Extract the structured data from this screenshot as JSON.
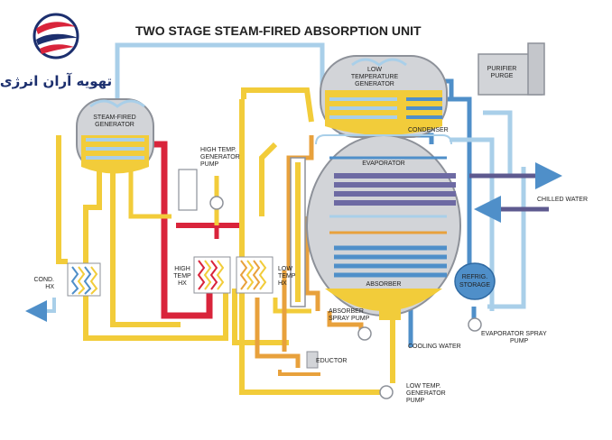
{
  "title": "TWO STAGE STEAM-FIRED ABSORPTION UNIT",
  "brand": {
    "name": "تهویه آران انرژی"
  },
  "colors": {
    "steam_red": "#d9243b",
    "solution_yellow": "#f2cc3a",
    "concentrate_orange": "#e8a13c",
    "water_blue": "#4f8fc9",
    "light_blue": "#a9cfe9",
    "vessel_gray": "#d2d4d8",
    "coil_purple": "#6d6aa3"
  },
  "labels": {
    "steam_fired_generator": [
      "STEAM-FIRED",
      "GENERATOR"
    ],
    "low_temp_generator": [
      "LOW",
      "TEMPERATURE",
      "GENERATOR"
    ],
    "purifier_purge": [
      "PURIFIER",
      "PURGE"
    ],
    "condenser": "CONDENSER",
    "evaporator": "EVAPORATOR",
    "chilled_water": "CHILLED WATER",
    "high_temp_generator_pump": [
      "HIGH TEMP.",
      "GENERATOR",
      "PUMP"
    ],
    "cond_hx": [
      "COND.",
      "HX"
    ],
    "high_temp_hx": [
      "HIGH",
      "TEMP",
      "HX"
    ],
    "low_temp_hx": [
      "LOW",
      "TEMP",
      "HX"
    ],
    "absorber": "ABSORBER",
    "refrig_storage": [
      "REFRIG.",
      "STORAGE"
    ],
    "absorber_spray_pump": [
      "ABSORBER",
      "SPRAY PUMP"
    ],
    "evaporator_spray_pump": [
      "EVAPORATOR SPRAY",
      "PUMP"
    ],
    "cooling_water": "COOLING WATER",
    "eductor": "EDUCTOR",
    "low_temp_generator_pump": [
      "LOW TEMP.",
      "GENERATOR",
      "PUMP"
    ]
  }
}
